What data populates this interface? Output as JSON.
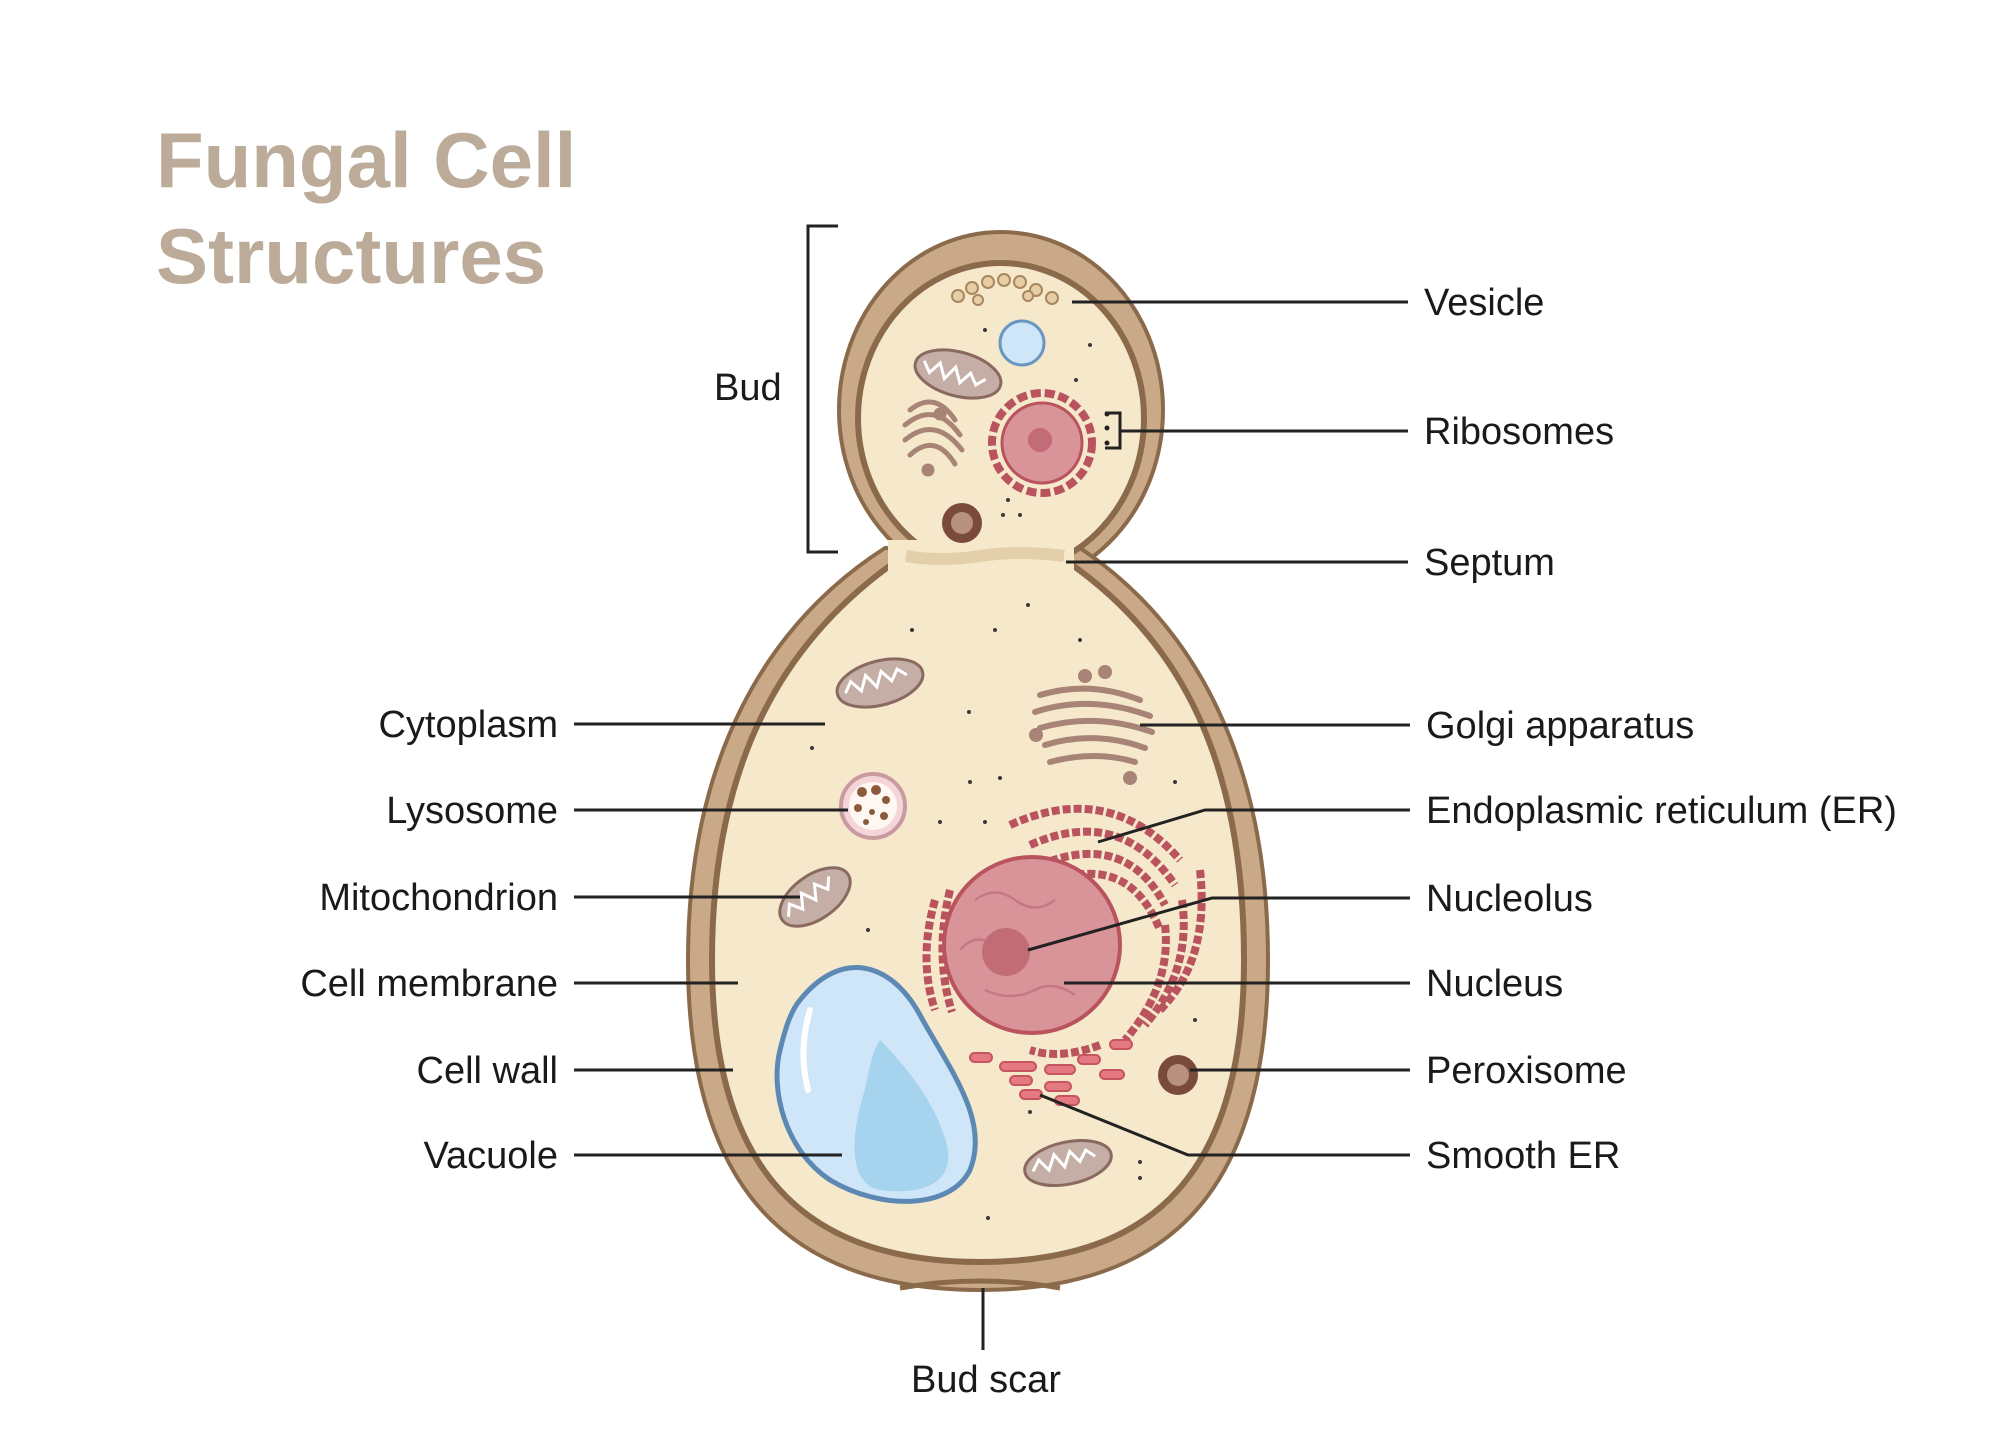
{
  "title": {
    "line1": "Fungal Cell",
    "line2": "Structures"
  },
  "labels": {
    "bud": "Bud",
    "vesicle": "Vesicle",
    "ribosomes": "Ribosomes",
    "septum": "Septum",
    "golgi": "Golgi apparatus",
    "er": "Endoplasmic reticulum (ER)",
    "nucleolus": "Nucleolus",
    "nucleus": "Nucleus",
    "peroxisome": "Peroxisome",
    "smooth_er": "Smooth ER",
    "cytoplasm": "Cytoplasm",
    "lysosome": "Lysosome",
    "mitochondrion": "Mitochondrion",
    "cell_membrane": "Cell membrane",
    "cell_wall": "Cell wall",
    "vacuole": "Vacuole",
    "bud_scar": "Bud scar"
  },
  "colors": {
    "title": "#bcab98",
    "cell_wall": "#c9a987",
    "membrane": "#8a6a4a",
    "cytoplasm": "#f6e8cb",
    "nucleus": "#d9949a",
    "er": "#b9545e",
    "vacuole": "#cfe6f8",
    "mitochondrion": "#c4aea6",
    "peroxisome": "#7a4a3a"
  }
}
